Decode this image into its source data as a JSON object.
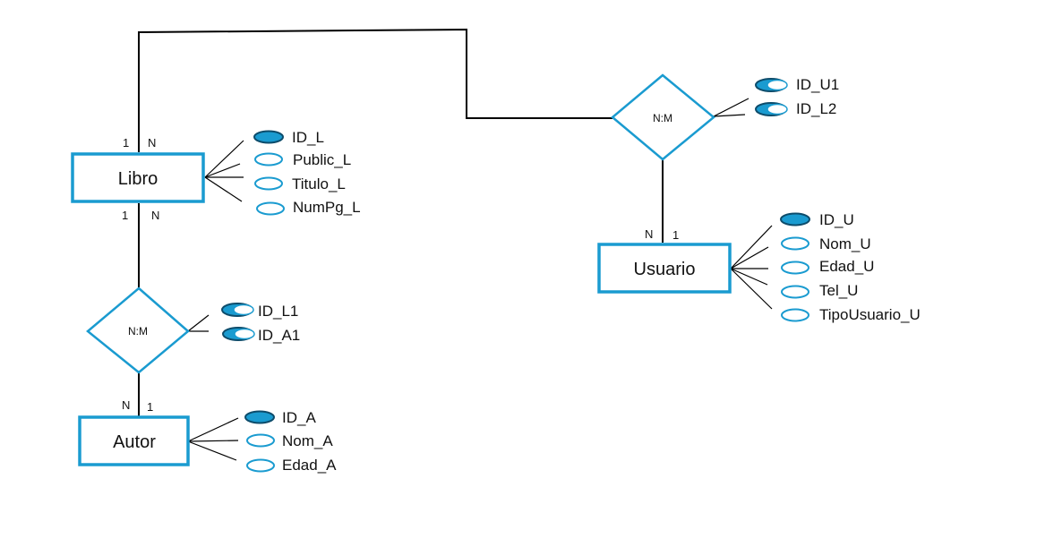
{
  "entities": {
    "libro": {
      "name": "Libro",
      "attributes": [
        {
          "label": "ID_L",
          "key": true
        },
        {
          "label": "Public_L",
          "key": false
        },
        {
          "label": "Titulo_L",
          "key": false
        },
        {
          "label": "NumPg_L",
          "key": false
        }
      ]
    },
    "autor": {
      "name": "Autor",
      "attributes": [
        {
          "label": "ID_A",
          "key": true
        },
        {
          "label": "Nom_A",
          "key": false
        },
        {
          "label": "Edad_A",
          "key": false
        }
      ]
    },
    "usuario": {
      "name": "Usuario",
      "attributes": [
        {
          "label": "ID_U",
          "key": true
        },
        {
          "label": "Nom_U",
          "key": false
        },
        {
          "label": "Edad_U",
          "key": false
        },
        {
          "label": "Tel_U",
          "key": false
        },
        {
          "label": "TipoUsuario_U",
          "key": false
        }
      ]
    }
  },
  "relationships": {
    "libro_autor": {
      "label": "N:M",
      "attributes": [
        {
          "label": "ID_L1",
          "foreign": true
        },
        {
          "label": "ID_A1",
          "foreign": true
        }
      ]
    },
    "libro_usuario": {
      "label": "N:M",
      "attributes": [
        {
          "label": "ID_U1",
          "foreign": true
        },
        {
          "label": "ID_L2",
          "foreign": true
        }
      ]
    }
  },
  "cardinalities": {
    "libro_top": [
      "1",
      "N"
    ],
    "libro_bottom": [
      "1",
      "N"
    ],
    "autor_top": [
      "N",
      "1"
    ],
    "usuario_top": [
      "N",
      "1"
    ]
  },
  "colors": {
    "accent": "#1a9bd0",
    "key_border": "#0d4c6b"
  }
}
